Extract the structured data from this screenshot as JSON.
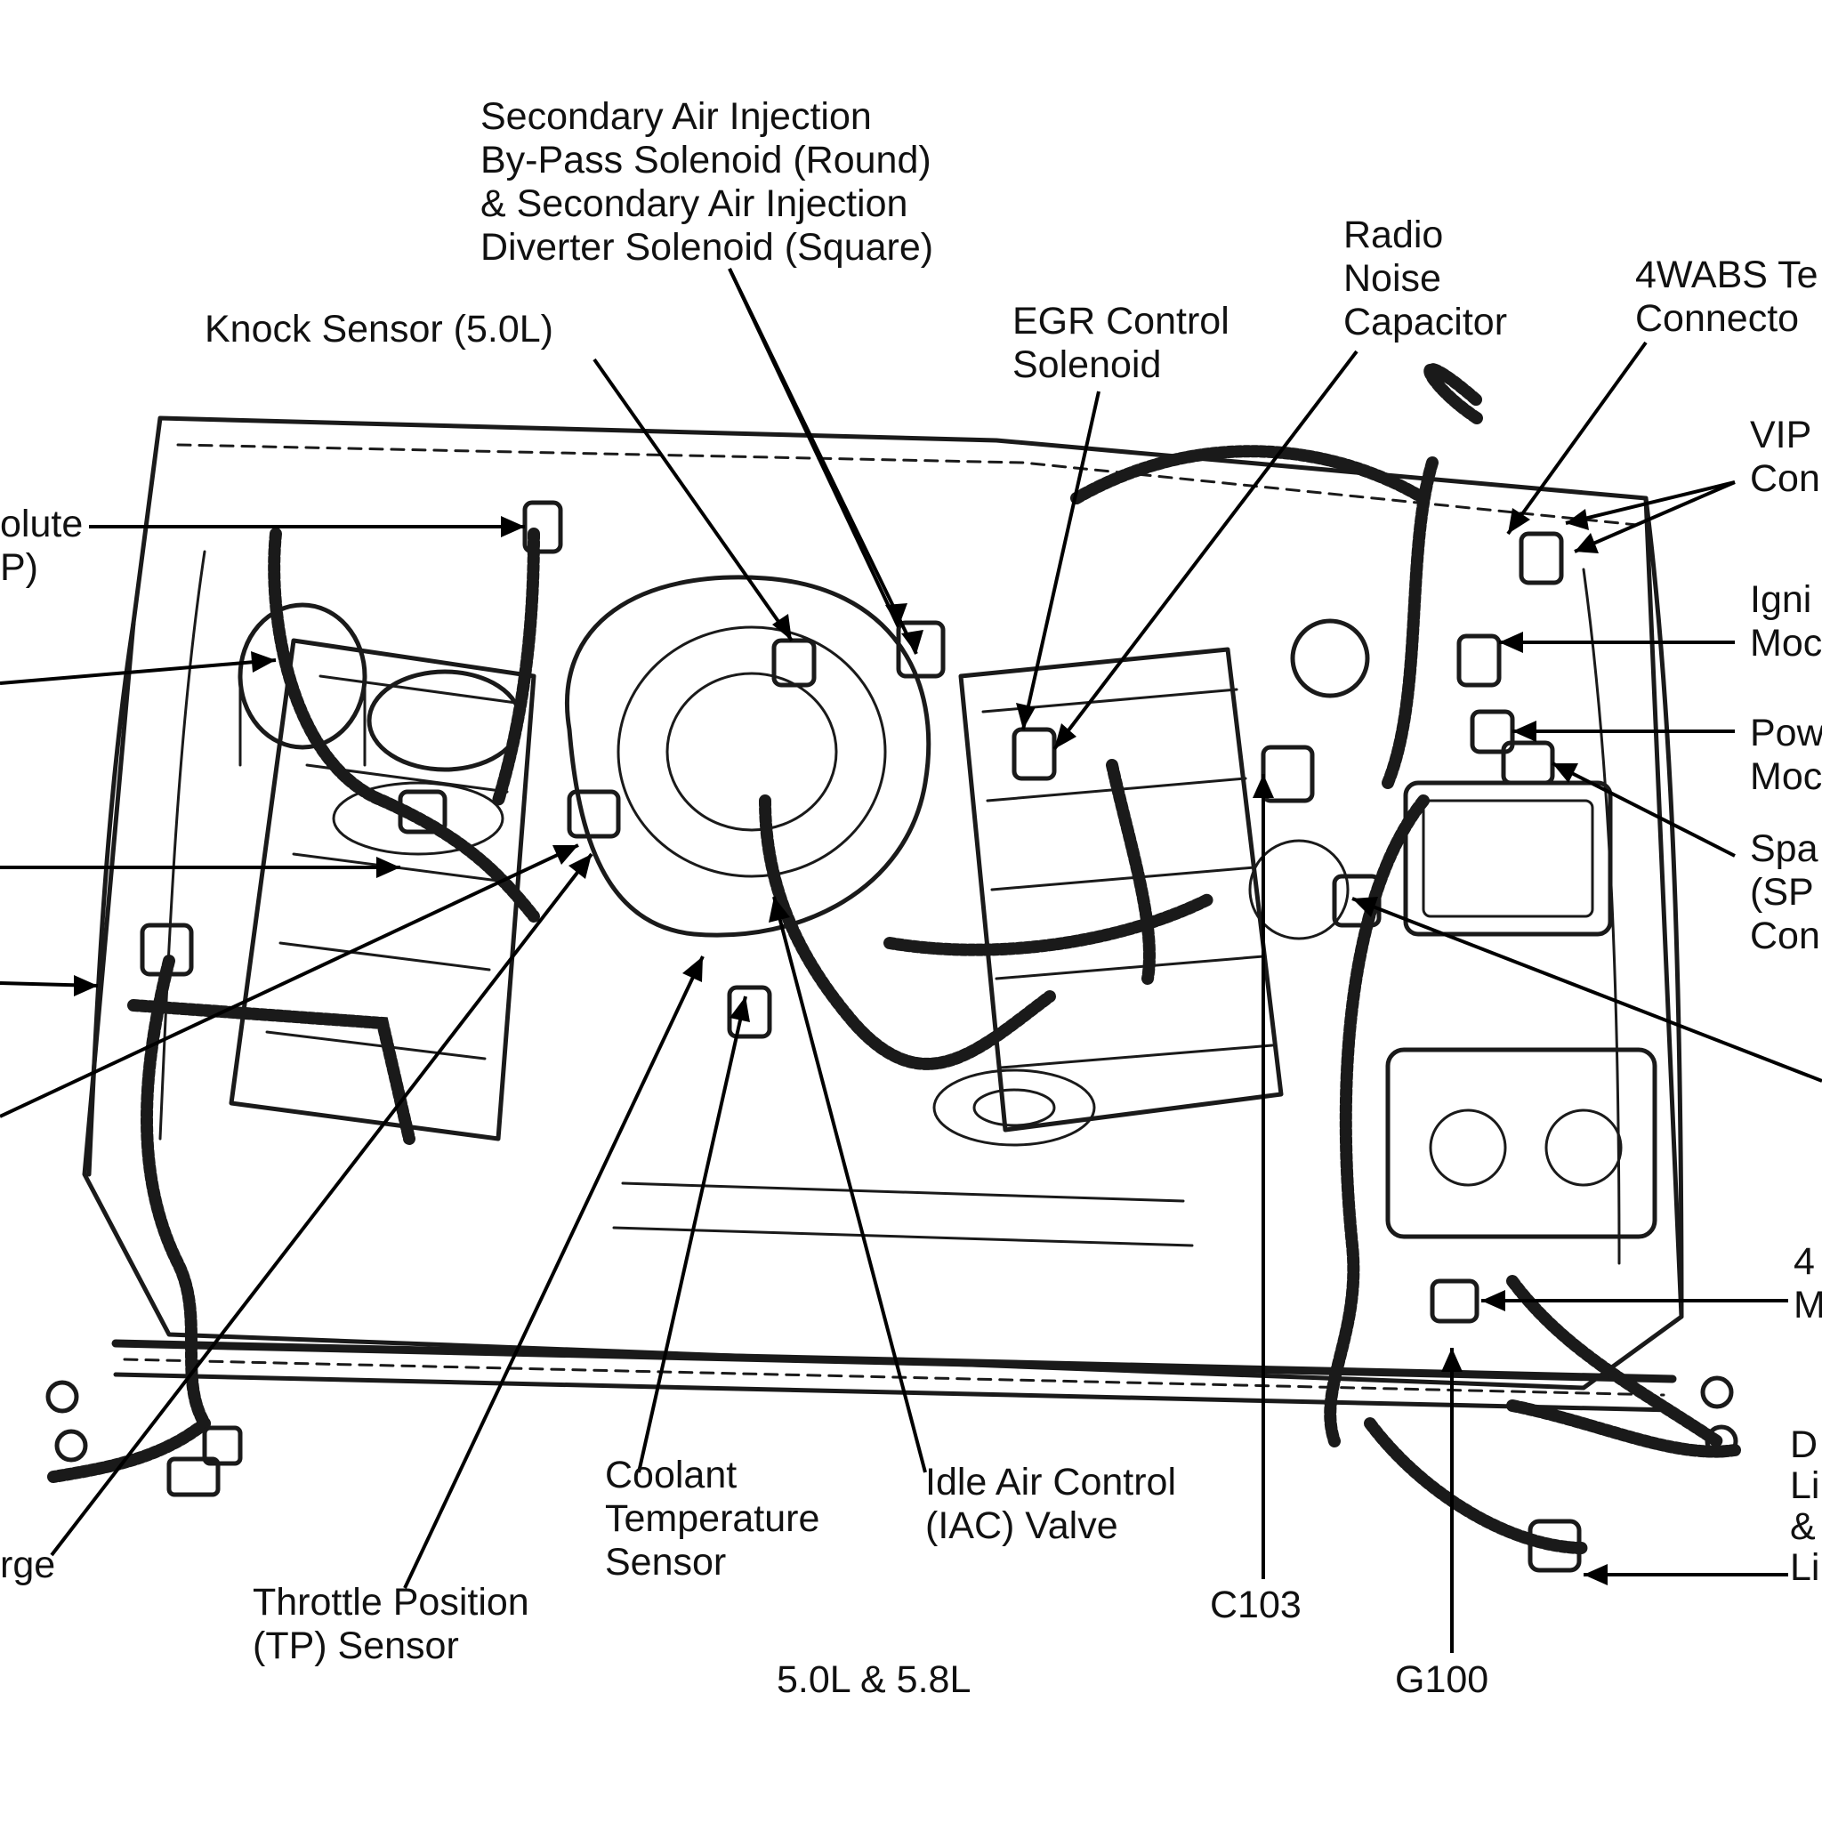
{
  "caption": "5.0L & 5.8L",
  "labels": [
    {
      "id": "secondary-air",
      "lines": [
        "Secondary Air Injection",
        "By-Pass Solenoid (Round)",
        "& Secondary Air Injection",
        "Diverter Solenoid (Square)"
      ]
    },
    {
      "id": "knock-sensor",
      "lines": [
        "Knock Sensor (5.0L)"
      ]
    },
    {
      "id": "egr-solenoid",
      "lines": [
        "EGR Control",
        "Solenoid"
      ]
    },
    {
      "id": "radio-noise",
      "lines": [
        "Radio",
        "Noise",
        "Capacitor"
      ]
    },
    {
      "id": "4wabs",
      "lines": [
        "4WABS Te",
        "Connecto"
      ]
    },
    {
      "id": "vip",
      "lines": [
        "VIP",
        "Con"
      ]
    },
    {
      "id": "ignition",
      "lines": [
        "Igni",
        "Moc"
      ]
    },
    {
      "id": "power",
      "lines": [
        "Pow",
        "Moc"
      ]
    },
    {
      "id": "spout",
      "lines": [
        "Spa",
        "(SP",
        "Con"
      ]
    },
    {
      "id": "4t-motor",
      "lines": [
        "4",
        "M"
      ]
    },
    {
      "id": "dl-lamp",
      "lines": [
        "D",
        "Li",
        "&",
        "Li"
      ]
    },
    {
      "id": "absolute-map",
      "lines": [
        "olute",
        "P)"
      ]
    },
    {
      "id": "purge",
      "lines": [
        "rge"
      ]
    },
    {
      "id": "tp-sensor",
      "lines": [
        "Throttle Position",
        "(TP) Sensor"
      ]
    },
    {
      "id": "coolant",
      "lines": [
        "Coolant",
        "Temperature",
        "Sensor"
      ]
    },
    {
      "id": "iac",
      "lines": [
        "Idle Air Control",
        "(IAC) Valve"
      ]
    },
    {
      "id": "c103",
      "lines": [
        "C103"
      ]
    },
    {
      "id": "g100",
      "lines": [
        "G100"
      ]
    }
  ]
}
